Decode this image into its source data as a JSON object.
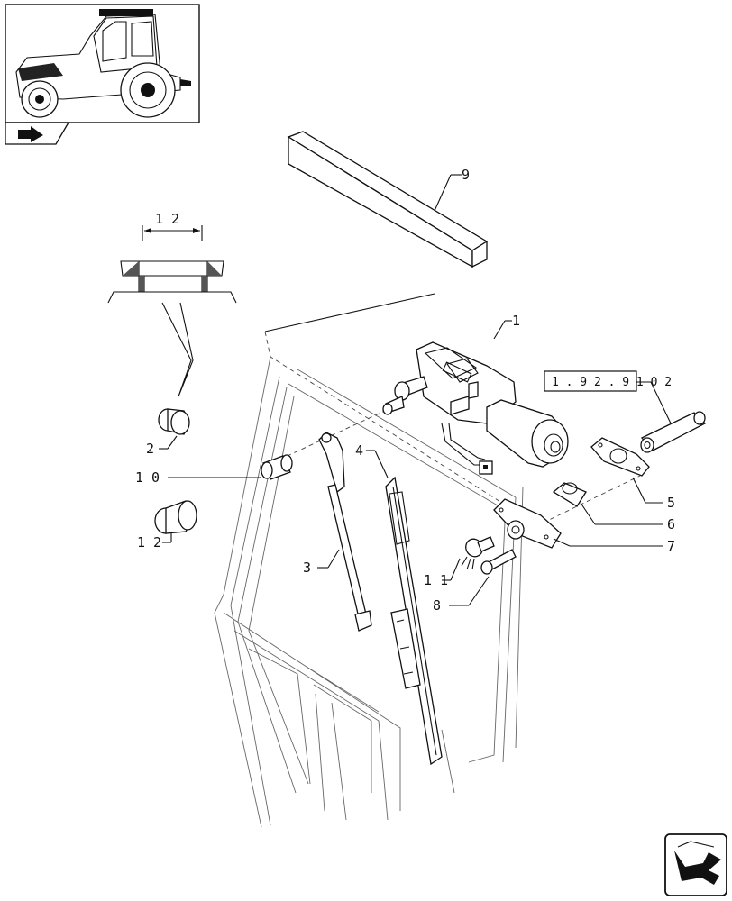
{
  "callouts": {
    "c1": "1",
    "c2": "2",
    "c3": "3",
    "c4": "4",
    "c5": "5",
    "c6": "6",
    "c7": "7",
    "c8": "8",
    "c9": "9",
    "c10": "1 0",
    "c11": "1 1",
    "c12a": "1 2",
    "c12b": "1 2"
  },
  "reference_box": {
    "label": "1 . 9 2 . 9 1  0 2"
  },
  "icons": {
    "thumbnail": "tractor-thumbnail-icon",
    "prev": "prev-page-arrow-icon",
    "next": "next-page-arrow-icon"
  }
}
